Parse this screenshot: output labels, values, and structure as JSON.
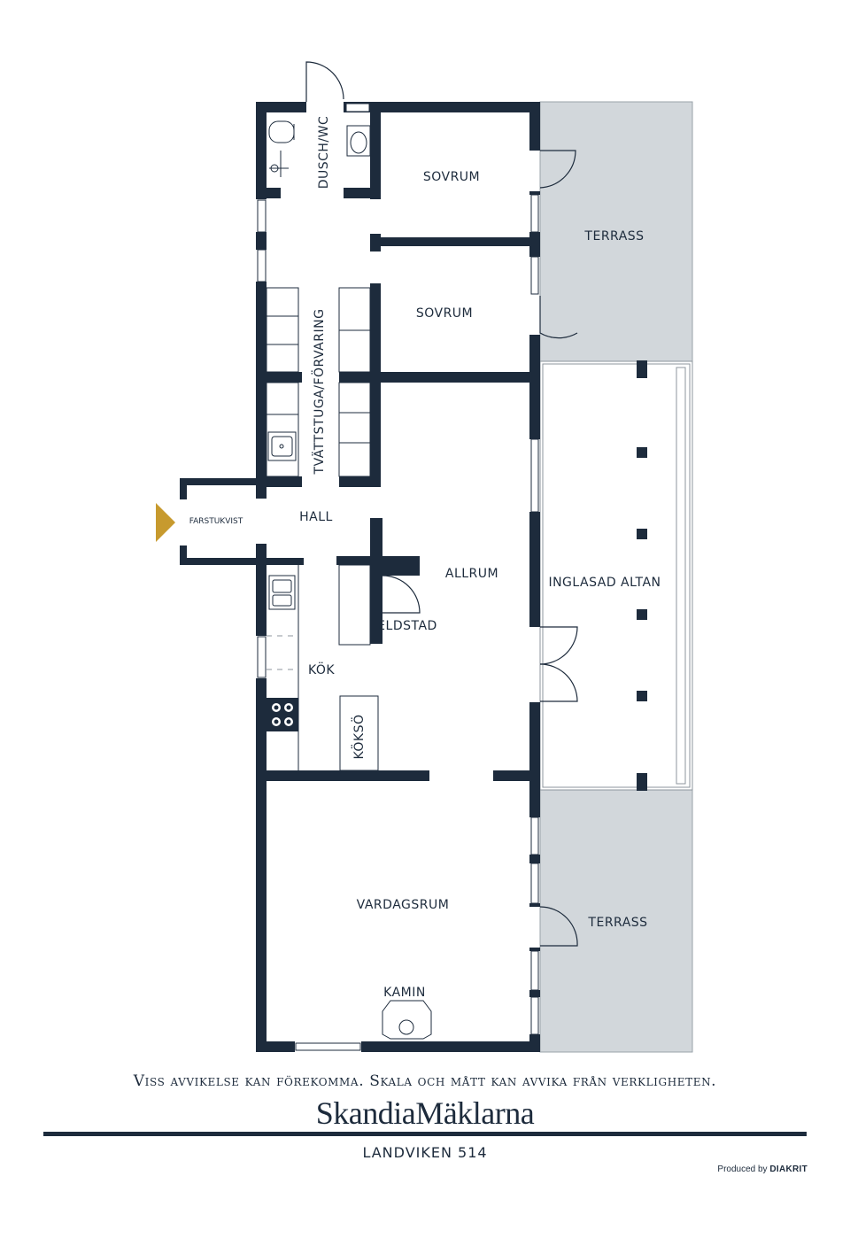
{
  "rooms": {
    "dusch_wc": "DUSCH/WC",
    "sovrum_1": "SOVRUM",
    "sovrum_2": "SOVRUM",
    "terrass_1": "TERRASS",
    "tvattstuga": "TVÄTTSTUGA/FÖRVARING",
    "farstukvist": "FARSTUKVIST",
    "hall": "HALL",
    "allrum": "ALLRUM",
    "inglasad_altan": "INGLASAD ALTAN",
    "eldstad": "ELDSTAD",
    "kok": "KÖK",
    "kokso": "KÖKSÖ",
    "vardagsrum": "VARDAGSRUM",
    "terrass_2": "TERRASS",
    "kamin": "KAMIN"
  },
  "footer": {
    "disclaimer": "Viss avvikelse kan förekomma. Skala och mått kan avvika från verkligheten.",
    "brand": "SkandiaMäklarna",
    "address": "LANDVIKEN 514",
    "produced_by_prefix": "Produced by",
    "produced_by_name": "DIAKRIT"
  },
  "colors": {
    "wall": "#1d2b3c",
    "terrace": "#d2d7db",
    "entrance_marker": "#c79a2e"
  }
}
